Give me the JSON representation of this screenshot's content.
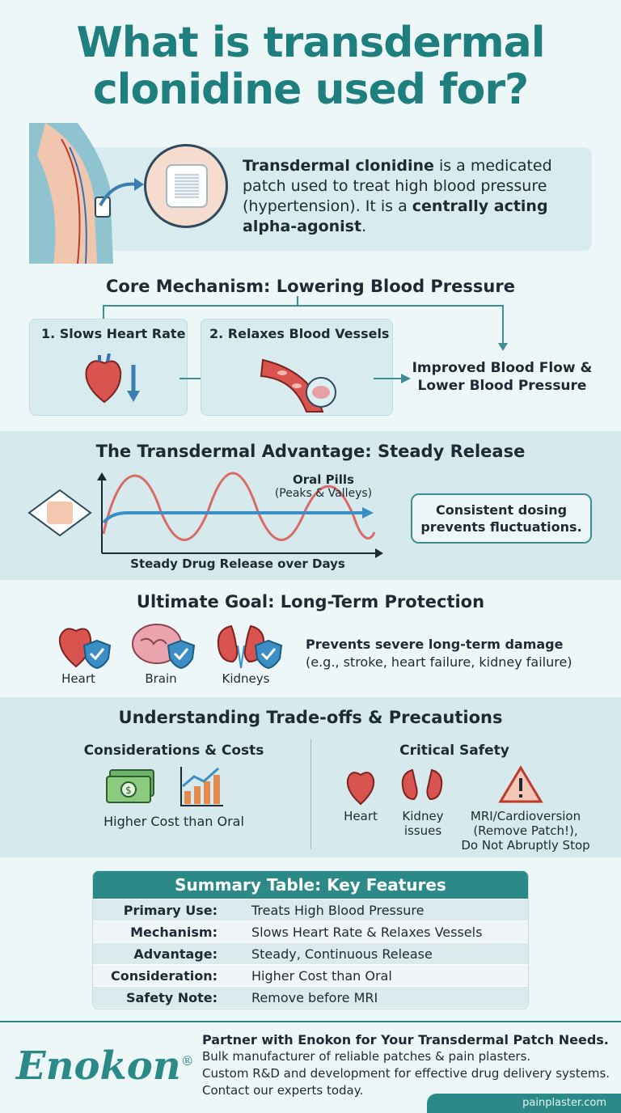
{
  "header": {
    "title_line1": "What is transdermal",
    "title_line2": "clonidine used for?"
  },
  "intro": {
    "part1": "Transdermal clonidine",
    "part2": " is a medicated patch used to treat high blood pressure (hypertension). It is a ",
    "part3": "centrally acting alpha-agonist",
    "part4": "."
  },
  "mechanism": {
    "title": "Core Mechanism: Lowering Blood Pressure",
    "step1": "1. Slows Heart Rate",
    "step2": "2. Relaxes Blood Vessels",
    "result_line1": "Improved Blood Flow &",
    "result_line2": "Lower Blood Pressure"
  },
  "advantage": {
    "title": "The Transdermal Advantage: Steady Release",
    "oral_label": "Oral Pills",
    "oral_sub": "(Peaks & Valleys)",
    "x_label": "Steady Drug Release over Days",
    "note_line1": "Consistent dosing",
    "note_line2": "prevents fluctuations."
  },
  "goal": {
    "title": "Ultimate Goal: Long-Term Protection",
    "organs": [
      "Heart",
      "Brain",
      "Kidneys"
    ],
    "text_line1": "Prevents severe long-term damage",
    "text_line2": "(e.g., stroke, heart failure, kidney failure)"
  },
  "tradeoffs": {
    "title": "Understanding Trade-offs & Precautions",
    "left_title": "Considerations & Costs",
    "left_label": "Higher Cost than Oral",
    "right_title": "Critical Safety",
    "safety_heart": "Heart",
    "safety_kidney_1": "Kidney",
    "safety_kidney_2": "issues",
    "safety_mri_1": "MRI/Cardioversion",
    "safety_mri_2": "(Remove Patch!),",
    "safety_mri_3": "Do Not Abruptly Stop"
  },
  "summary": {
    "title": "Summary Table: Key Features",
    "rows": [
      {
        "k": "Primary Use:",
        "v": "Treats High Blood Pressure"
      },
      {
        "k": "Mechanism:",
        "v": "Slows Heart Rate & Relaxes Vessels"
      },
      {
        "k": "Advantage:",
        "v": "Steady, Continuous Release"
      },
      {
        "k": "Consideration:",
        "v": "Higher Cost than Oral"
      },
      {
        "k": "Safety Note:",
        "v": "Remove before MRI"
      }
    ]
  },
  "footer": {
    "logo": "Enokon",
    "reg": "®",
    "headline": "Partner with Enokon for Your Transdermal Patch Needs.",
    "line1": "Bulk manufacturer of reliable patches & pain plasters.",
    "line2": "Custom R&D and development for effective drug delivery systems.",
    "line3": "Contact our experts today.",
    "url": "painplaster.com"
  },
  "colors": {
    "teal": "#2b8a88",
    "title": "#1f7f7f",
    "curve_red": "#d9534f",
    "steady_blue": "#3b8fc4"
  }
}
